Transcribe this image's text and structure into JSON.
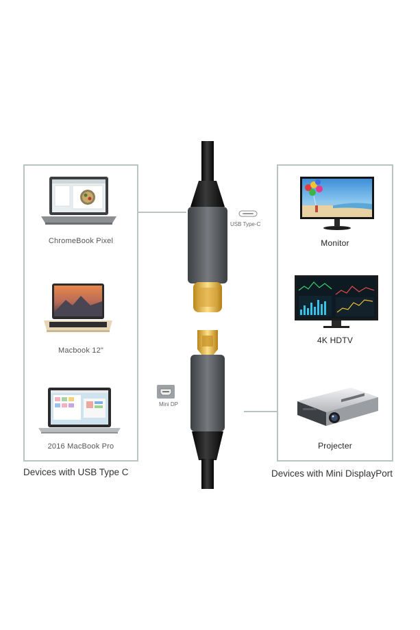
{
  "left_panel": {
    "caption": "Devices with USB Type C",
    "devices": [
      {
        "label": "ChromeBook Pixel",
        "icon": "chromebook-laptop-icon"
      },
      {
        "label": "Macbook 12\"",
        "icon": "macbook-laptop-icon"
      },
      {
        "label": "2016 MacBook Pro",
        "icon": "macbook-pro-laptop-icon"
      }
    ]
  },
  "right_panel": {
    "caption": "Devices with Mini DisplayPort",
    "devices": [
      {
        "label": "Monitor",
        "icon": "monitor-icon"
      },
      {
        "label": "4K HDTV",
        "icon": "hdtv-icon"
      },
      {
        "label": "Projecter",
        "icon": "projector-icon"
      }
    ]
  },
  "connectors": {
    "usb_c_label": "USB Type-C",
    "mini_dp_label": "Mini DP"
  },
  "colors": {
    "panel_border": "#b9c4c0",
    "cable_black": "#111111",
    "housing_gray": "#5a5d60",
    "gold": "#e7b52f"
  }
}
